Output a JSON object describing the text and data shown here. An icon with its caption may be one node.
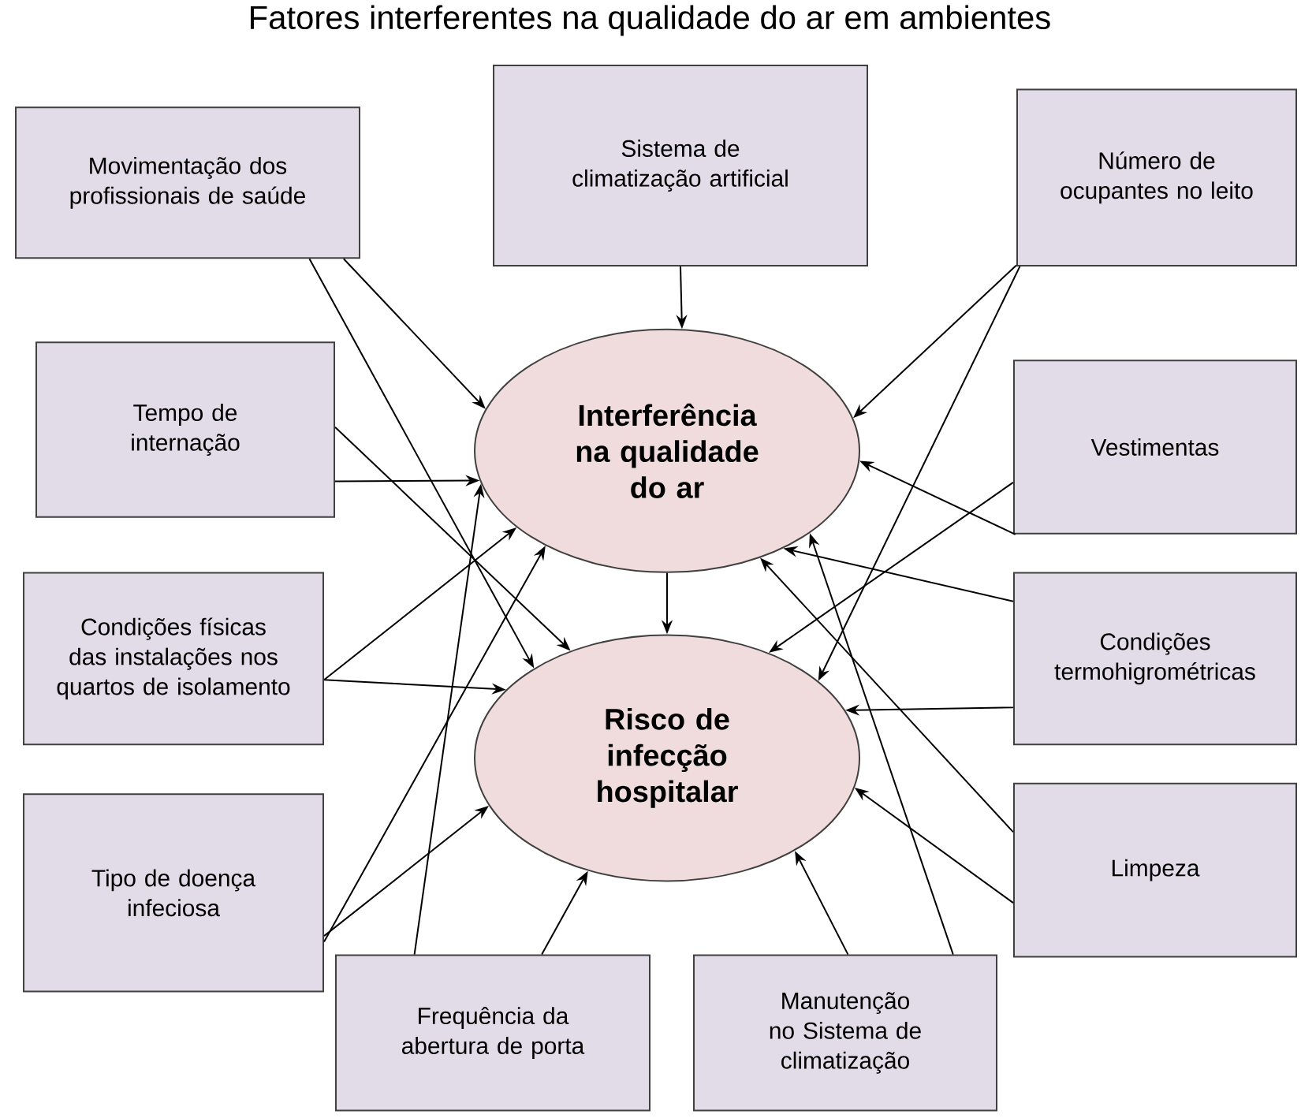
{
  "diagram": {
    "title": "Fatores interferentes na qualidade do ar em ambientes",
    "nodes": [
      {
        "text": [
          "Movimentação dos profissionais de saúde"
        ]
      },
      {
        "text": [
          "Sistema de climatização artificial"
        ]
      },
      {
        "text": [
          "Número de ocupantes no leito"
        ]
      },
      {
        "text": [
          "Tempo de internação"
        ]
      },
      {
        "text": [
          "Vestimentas"
        ]
      },
      {
        "text": [
          "Condições físicas das instalações nos quartos de isolamento"
        ]
      },
      {
        "text": [
          "Condições termohigrométricas"
        ]
      },
      {
        "text": [
          "Tipo de doença infeciosa"
        ]
      },
      {
        "text": [
          "Limpeza"
        ]
      },
      {
        "text": [
          "Frequência da abertura de porta"
        ]
      },
      {
        "text": [
          "Manutenção no Sistema de climatização"
        ]
      },
      {
        "text": [
          "Interferência na qualidade do ar"
        ]
      },
      {
        "text": [
          "Risco de infecção hospitalar"
        ]
      }
    ],
    "edges": [
      {
        "from": 0,
        "to": 11,
        "arrow": "to"
      },
      {
        "from": 0,
        "to": 12,
        "arrow": "to"
      },
      {
        "from": 1,
        "to": 11,
        "arrow": "to"
      },
      {
        "from": 2,
        "to": 11,
        "arrow": "to"
      },
      {
        "from": 2,
        "to": 12,
        "arrow": "to"
      },
      {
        "from": 3,
        "to": 11,
        "arrow": "to"
      },
      {
        "from": 3,
        "to": 12,
        "arrow": "to"
      },
      {
        "from": 5,
        "to": 11,
        "arrow": "to"
      },
      {
        "from": 5,
        "to": 12,
        "arrow": "to"
      },
      {
        "from": 7,
        "to": 11,
        "arrow": "to"
      },
      {
        "from": 7,
        "to": 12,
        "arrow": "to"
      },
      {
        "from": 9,
        "to": 11,
        "arrow": "to"
      },
      {
        "from": 9,
        "to": 12,
        "arrow": "to"
      },
      {
        "from": 4,
        "to": 11,
        "arrow": "to"
      },
      {
        "from": 4,
        "to": 12,
        "arrow": "to"
      },
      {
        "from": 6,
        "to": 11,
        "arrow": "to"
      },
      {
        "from": 6,
        "to": 12,
        "arrow": "to"
      },
      {
        "from": 8,
        "to": 11,
        "arrow": "to"
      },
      {
        "from": 8,
        "to": 12,
        "arrow": "to"
      },
      {
        "from": 10,
        "to": 11,
        "arrow": "to"
      },
      {
        "from": 10,
        "to": 12,
        "arrow": "to"
      },
      {
        "from": 11,
        "to": 12,
        "arrow": "to"
      }
    ]
  }
}
